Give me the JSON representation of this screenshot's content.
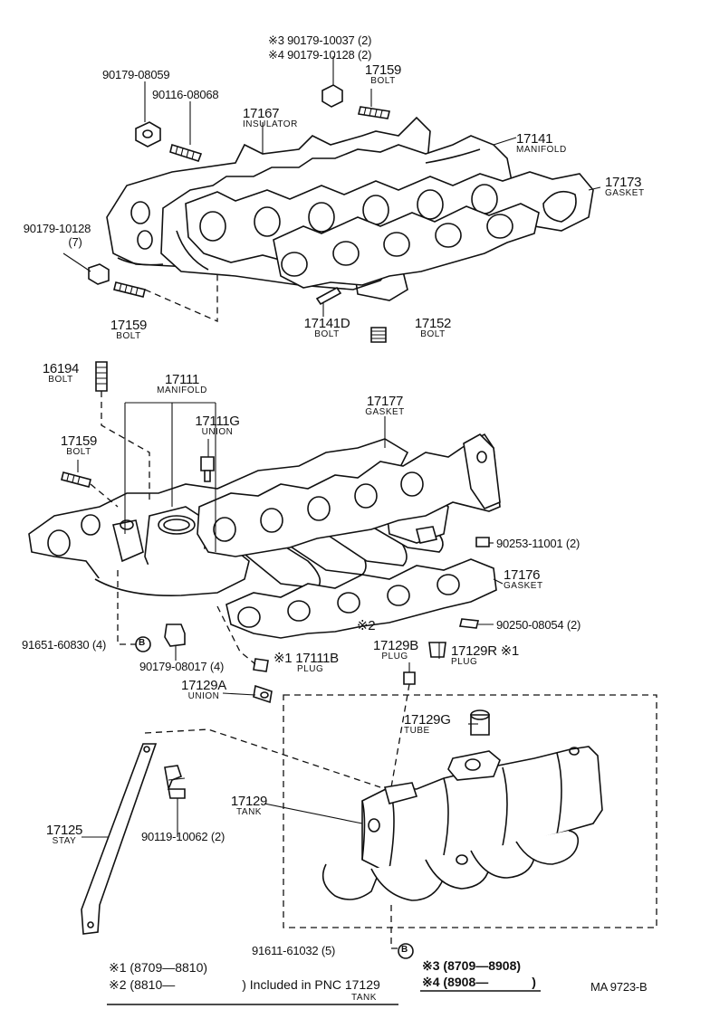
{
  "parts": {
    "p90179_10037": {
      "mark": "※3",
      "number": "90179-10037",
      "qty": "(2)"
    },
    "p90179_10128b": {
      "mark": "※4",
      "number": "90179-10128",
      "qty": "(2)"
    },
    "p90179_08059": {
      "number": "90179-08059"
    },
    "p90116_08068": {
      "number": "90116-08068"
    },
    "p17159_top": {
      "number": "17159",
      "name": "BOLT"
    },
    "p17167": {
      "number": "17167",
      "name": "INSULATOR"
    },
    "p17141": {
      "number": "17141",
      "name": "MANIFOLD"
    },
    "p17173": {
      "number": "17173",
      "name": "GASKET"
    },
    "p90179_10128": {
      "number": "90179-10128",
      "qty": "(7)"
    },
    "p17159_mid": {
      "number": "17159",
      "name": "BOLT"
    },
    "p17141D": {
      "number": "17141D",
      "name": "BOLT"
    },
    "p17152": {
      "number": "17152",
      "name": "BOLT"
    },
    "p16194": {
      "number": "16194",
      "name": "BOLT"
    },
    "p17111": {
      "number": "17111",
      "name": "MANIFOLD"
    },
    "p17111G": {
      "number": "17111G",
      "name": "UNION"
    },
    "p17177": {
      "number": "17177",
      "name": "GASKET"
    },
    "p17159_low": {
      "number": "17159",
      "name": "BOLT"
    },
    "p90253_11001": {
      "number": "90253-11001",
      "qty": "(2)"
    },
    "p17176": {
      "number": "17176",
      "name": "GASKET"
    },
    "p90250_08054": {
      "number": "90250-08054",
      "qty": "(2)"
    },
    "p91651_60830": {
      "number": "91651-60830",
      "qty": "(4)",
      "ref": "B"
    },
    "p90179_08017": {
      "number": "90179-08017",
      "qty": "(4)"
    },
    "p17111B": {
      "mark": "※1",
      "number": "17111B",
      "name": "PLUG"
    },
    "mark2": {
      "mark": "※2"
    },
    "p17129B": {
      "number": "17129B",
      "name": "PLUG"
    },
    "p17129R": {
      "number": "17129R",
      "mark": "※1",
      "name": "PLUG"
    },
    "p17129A": {
      "number": "17129A",
      "name": "UNION"
    },
    "p17129G": {
      "number": "17129G",
      "name": "TUBE"
    },
    "p17129": {
      "number": "17129",
      "name": "TANK"
    },
    "p17125": {
      "number": "17125",
      "name": "STAY"
    },
    "p90119_10062": {
      "number": "90119-10062",
      "qty": "(2)"
    },
    "p91611_61032": {
      "number": "91611-61032",
      "qty": "(5)",
      "ref": "B"
    }
  },
  "legend": {
    "row1": {
      "mark": "※1",
      "range": "(8709―8810)"
    },
    "row2": {
      "mark": "※2",
      "range": "(8810―",
      "close": ")",
      "note": "Included in PNC 17129",
      "sub": "TANK"
    },
    "row3": {
      "mark": "※3",
      "range": "(8709―8908)"
    },
    "row4": {
      "mark": "※4",
      "range": "(8908―",
      "close": ")"
    }
  },
  "footer": {
    "code": "MA  9723-B"
  }
}
